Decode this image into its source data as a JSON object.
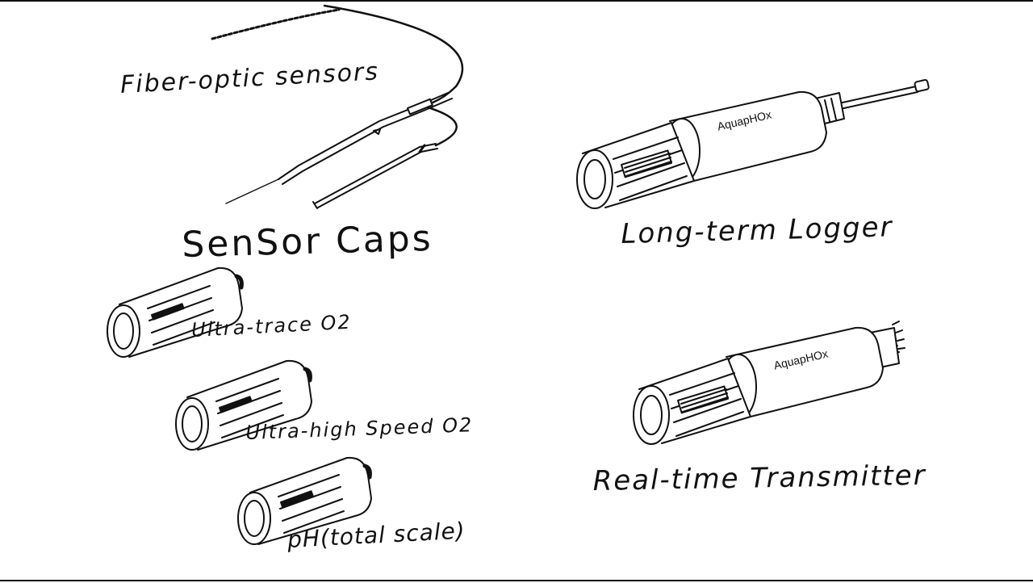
{
  "labels": {
    "fiber_optic": "Fiber-optic sensors",
    "sensor_caps": "SenSor Caps",
    "ultra_trace": "Ultra-trace O2",
    "ultra_high_speed": "Ultra-high Speed O2",
    "ph": "pH(total scale)",
    "long_term_logger": "Long-term Logger",
    "real_time_transmitter": "Real-time Transmitter"
  },
  "brand": {
    "logger": "AquapHOx",
    "transmitter": "AquapHOx"
  },
  "colors": {
    "ink": "#111111",
    "fill": "#ffffff"
  }
}
